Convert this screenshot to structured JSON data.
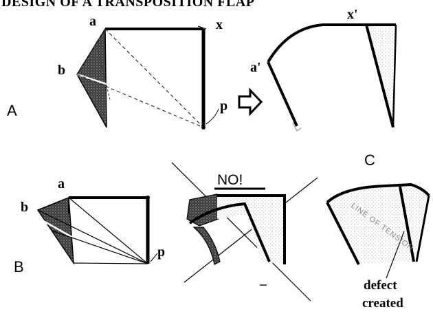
{
  "title": "DESIGN OF A TRANSPOSITION FLAP",
  "panels": {
    "A": {
      "panel_label": "A",
      "point_a": "a",
      "point_b": "b",
      "point_x": "x",
      "point_p": "p",
      "result_a": "a'",
      "result_x": "x'"
    },
    "B": {
      "panel_label": "B",
      "point_a": "a",
      "point_b": "b",
      "point_p": "p"
    },
    "NO": {
      "warning": "NO!"
    },
    "C": {
      "panel_label": "C",
      "stipple_label": "LINE OF TENSION",
      "caption_line1": "defect",
      "caption_line2": "created"
    }
  },
  "arrow_icon": "hollow-right-arrow"
}
